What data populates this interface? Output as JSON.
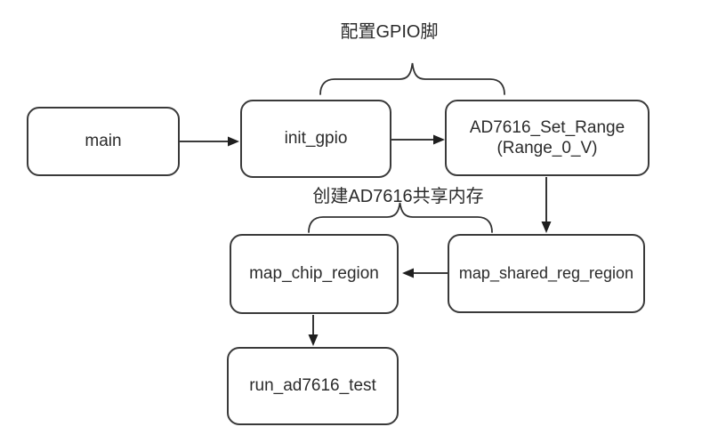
{
  "diagram": {
    "background": "#ffffff",
    "line_color": "#333333",
    "text_color": "#2b2b2b",
    "annotations": {
      "configure_gpio": "配置GPIO脚",
      "create_shared_memory": "创建AD7616共享内存"
    },
    "nodes": {
      "main": {
        "label": "main"
      },
      "init_gpio": {
        "label": "init_gpio"
      },
      "ad7616_set_range": {
        "line1": "AD7616_Set_Range",
        "line2": "(Range_0_V)"
      },
      "map_chip_region": {
        "label": "map_chip_region"
      },
      "map_shared_reg_region": {
        "label": "map_shared_reg_region"
      },
      "run_ad7616_test": {
        "label": "run_ad7616_test"
      }
    },
    "edges": [
      {
        "from": "main",
        "to": "init_gpio"
      },
      {
        "from": "init_gpio",
        "to": "AD7616_Set_Range (Range_0_V)"
      },
      {
        "from": "AD7616_Set_Range (Range_0_V)",
        "to": "map_shared_reg_region"
      },
      {
        "from": "map_shared_reg_region",
        "to": "map_chip_region"
      },
      {
        "from": "map_chip_region",
        "to": "run_ad7616_test"
      }
    ],
    "brace_groups": [
      {
        "label": "配置GPIO脚",
        "spans": [
          "init_gpio",
          "AD7616_Set_Range (Range_0_V)"
        ]
      },
      {
        "label": "创建AD7616共享内存",
        "spans": [
          "map_chip_region",
          "map_shared_reg_region"
        ]
      }
    ]
  }
}
